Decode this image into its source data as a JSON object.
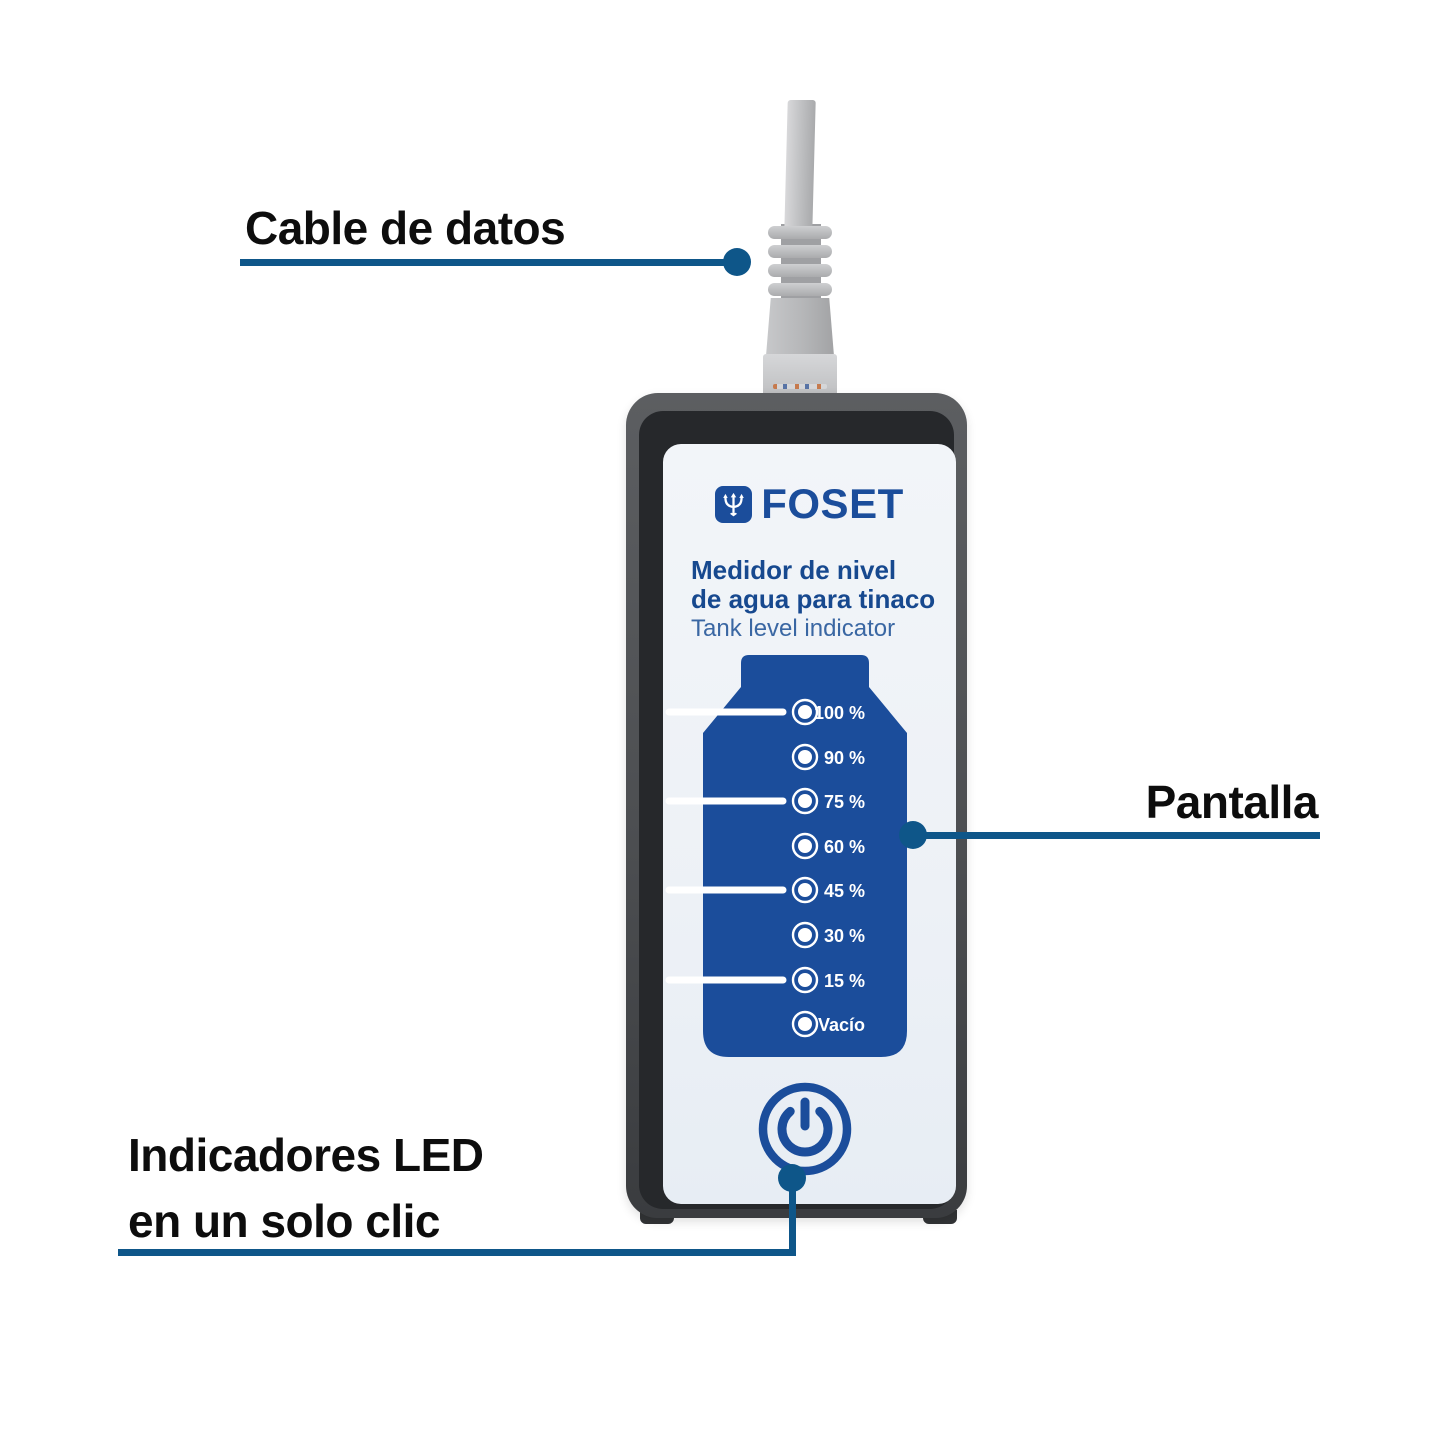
{
  "callouts": {
    "cable_label": "Cable de datos",
    "screen_label": "Pantalla",
    "led_label_line1": "Indicadores LED",
    "led_label_line2": "en un solo clic"
  },
  "device": {
    "brand": "FOSET",
    "title_line1": "Medidor de nivel",
    "title_line2": "de agua para tinaco",
    "subtitle": "Tank level indicator",
    "levels": [
      {
        "label": "100 %"
      },
      {
        "label": "90 %"
      },
      {
        "label": "75 %"
      },
      {
        "label": "60 %"
      },
      {
        "label": "45 %"
      },
      {
        "label": "30 %"
      },
      {
        "label": "15 %"
      },
      {
        "label": "Vacío"
      }
    ]
  },
  "colors": {
    "brand_blue": "#1b4d9b",
    "title_blue": "#17498f",
    "subtitle_blue": "#3a67a3",
    "callout_blue": "#0e5689",
    "label_text": "#0d0d0d",
    "device_gray": "#4c4e51",
    "face_white": "#eef2f7",
    "led_white": "#ffffff"
  }
}
